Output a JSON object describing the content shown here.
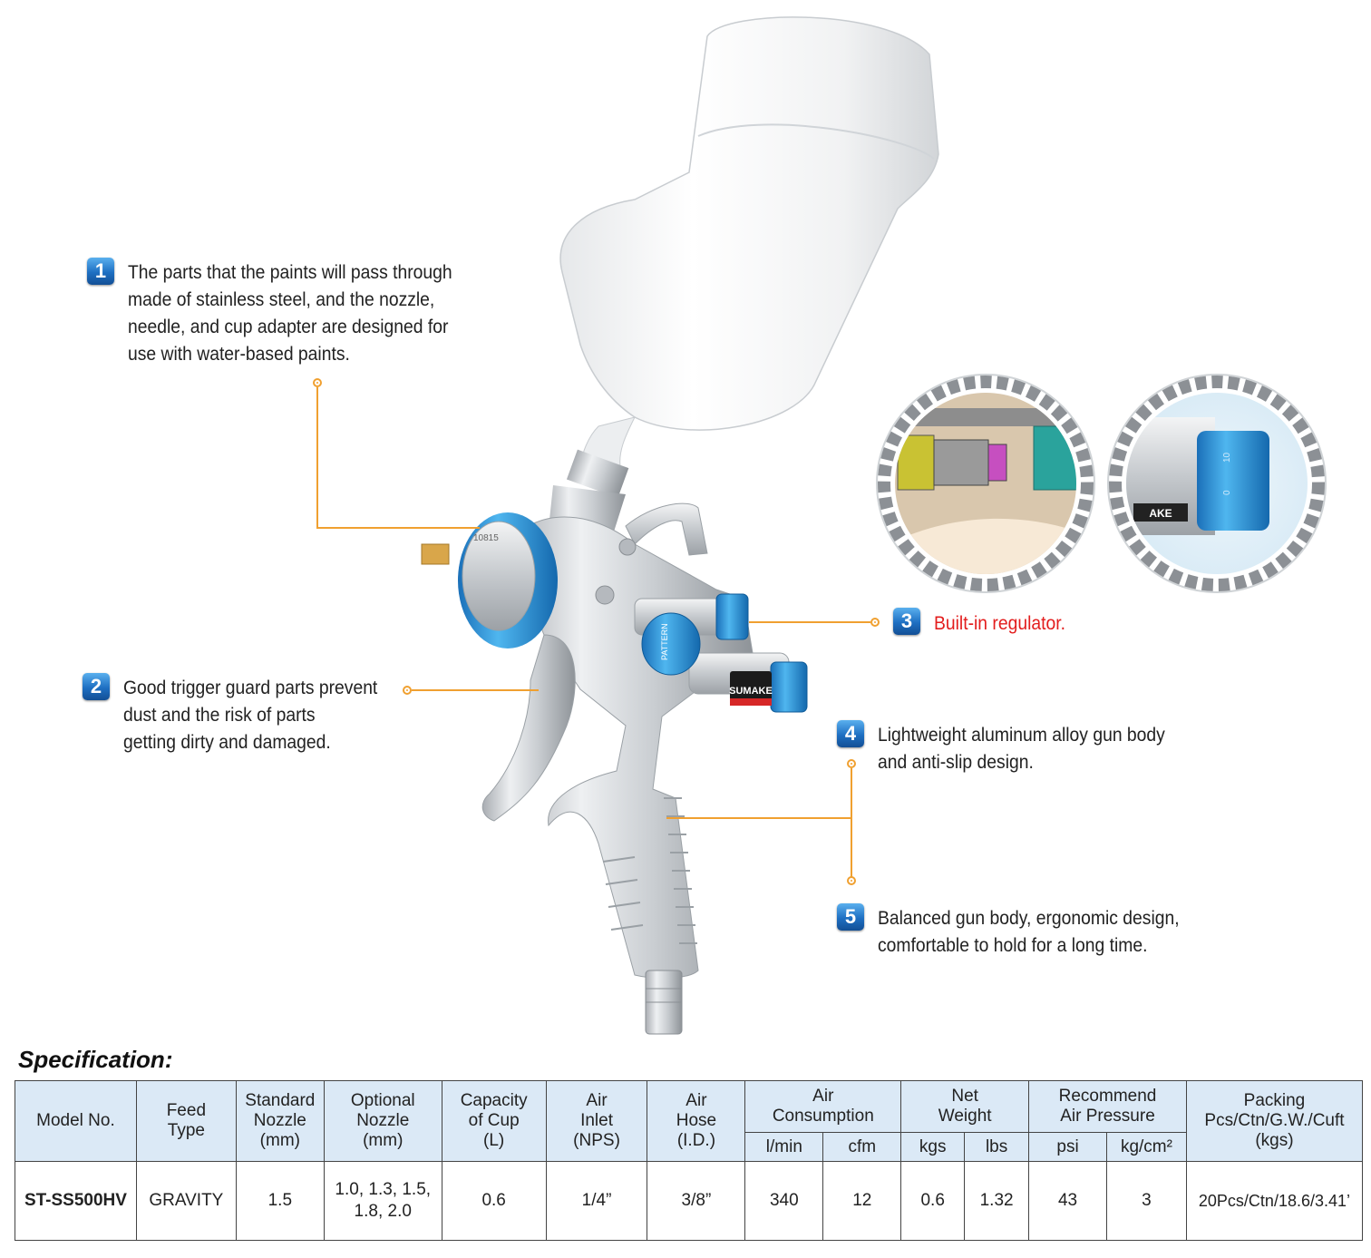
{
  "features": [
    {
      "num": "1",
      "lines": [
        "The parts that the paints will pass through",
        "made of stainless steel, and the nozzle,",
        "needle, and cup adapter are designed for",
        "use with water-based paints."
      ]
    },
    {
      "num": "2",
      "lines": [
        "Good trigger guard parts prevent",
        "dust and the risk of parts",
        "getting dirty and damaged."
      ]
    },
    {
      "num": "3",
      "lines": [
        "Built-in regulator."
      ]
    },
    {
      "num": "4",
      "lines": [
        "Lightweight aluminum alloy gun body",
        "and anti-slip design."
      ]
    },
    {
      "num": "5",
      "lines": [
        "Balanced gun body, ergonomic design,",
        "comfortable to hold  for a long time."
      ]
    }
  ],
  "brand": "SUMAKE",
  "nozzle_mark": "10815",
  "knob_mark": "PATTERN",
  "inset_brand": "AKE",
  "inset_scale": [
    "10",
    "0"
  ],
  "colors": {
    "accent": "#f0a030",
    "badge": "#1e6fc2",
    "highlight": "#e31d1d",
    "table_header": "#dbe9f6"
  },
  "spec": {
    "title": "Specification:",
    "headers": {
      "model": "Model No.",
      "feed": [
        "Feed",
        "Type"
      ],
      "std_nozzle": [
        "Standard",
        "Nozzle",
        "(mm)"
      ],
      "opt_nozzle": [
        "Optional",
        "Nozzle",
        "(mm)"
      ],
      "capacity": [
        "Capacity",
        "of Cup",
        "(L)"
      ],
      "air_inlet": [
        "Air",
        "Inlet",
        "(NPS)"
      ],
      "air_hose": [
        "Air",
        "Hose",
        "(I.D.)"
      ],
      "air_consumption": [
        "Air",
        "Consumption"
      ],
      "net_weight": [
        "Net",
        "Weight"
      ],
      "pressure": [
        "Recommend",
        "Air Pressure"
      ],
      "packing": [
        "Packing",
        "Pcs/Ctn/G.W./Cuft",
        "(kgs)"
      ],
      "units": {
        "lmin": "l/min",
        "cfm": "cfm",
        "kgs": "kgs",
        "lbs": "lbs",
        "psi": "psi",
        "kgcm": "kg/cm²"
      }
    },
    "row": {
      "model": "ST-SS500HV",
      "feed": "GRAVITY",
      "std_nozzle": "1.5",
      "opt_nozzle": [
        "1.0, 1.3, 1.5,",
        "1.8, 2.0"
      ],
      "capacity": "0.6",
      "air_inlet": "1/4”",
      "air_hose": "3/8”",
      "lmin": "340",
      "cfm": "12",
      "kgs": "0.6",
      "lbs": "1.32",
      "psi": "43",
      "kgcm": "3",
      "packing": "20Pcs/Ctn/18.6/3.41’"
    }
  }
}
